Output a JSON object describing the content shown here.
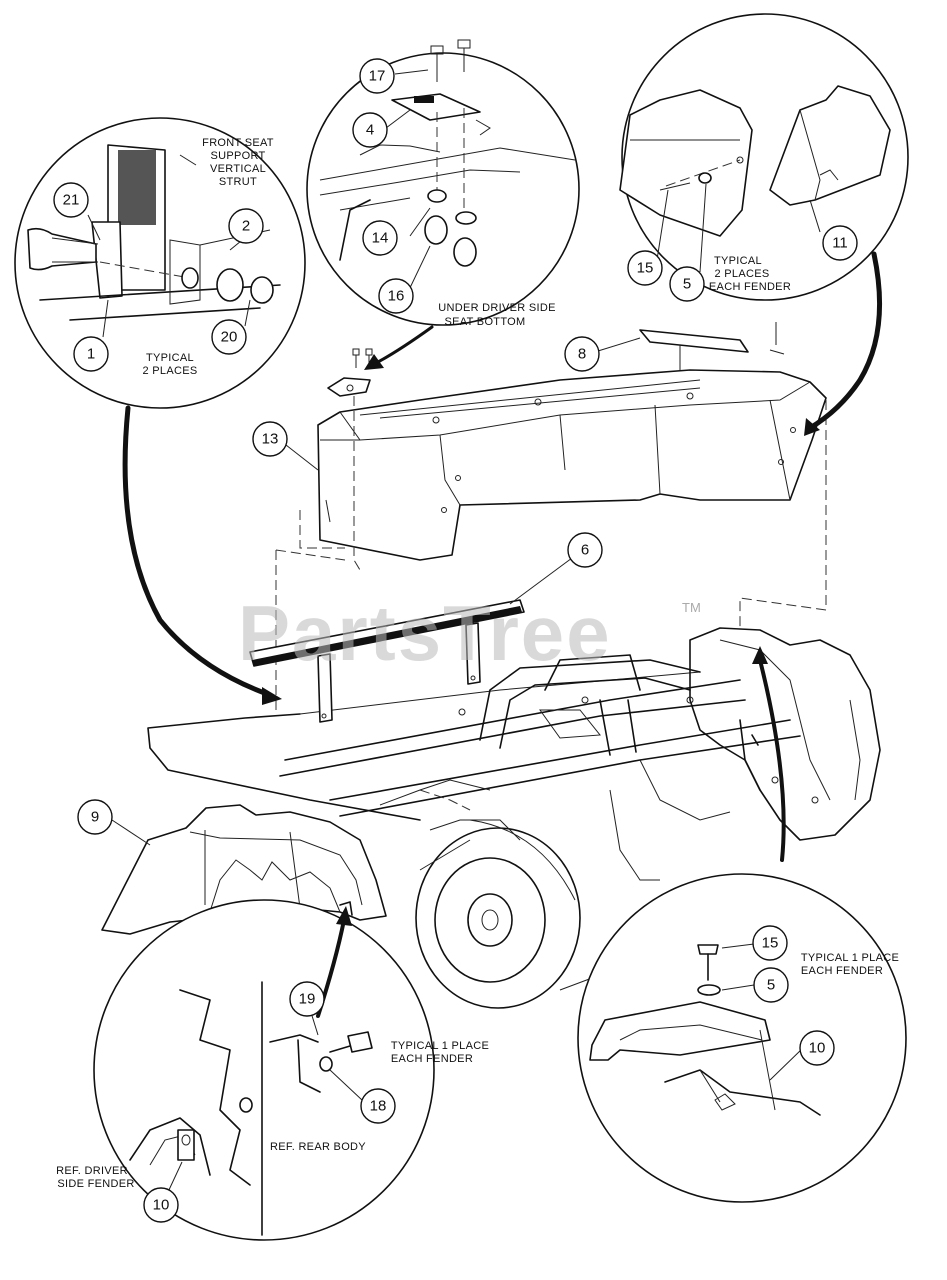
{
  "watermark": {
    "text": "PartsTree",
    "tm": "TM"
  },
  "callouts": [
    "21",
    "2",
    "20",
    "1",
    "17",
    "4",
    "14",
    "16",
    "15",
    "5",
    "11",
    "8",
    "13",
    "6",
    "9",
    "19",
    "18",
    "10",
    "15",
    "5",
    "10"
  ],
  "notes": {
    "front_seat": [
      "FRONT SEAT",
      "SUPPORT",
      "VERTICAL",
      "STRUT"
    ],
    "typical_2_left": [
      "TYPICAL",
      "2 PLACES"
    ],
    "under_driver": [
      "UNDER DRIVER SIDE",
      "SEAT BOTTOM"
    ],
    "typical_2_fender": [
      "TYPICAL",
      "2 PLACES",
      "EACH FENDER"
    ],
    "typical_1_right": [
      "TYPICAL 1 PLACE",
      "EACH FENDER"
    ],
    "typical_1_bottom": [
      "TYPICAL 1 PLACE",
      "EACH FENDER"
    ],
    "ref_rear_body": "REF. REAR BODY",
    "ref_driver": [
      "REF. DRIVER",
      "SIDE FENDER"
    ]
  }
}
